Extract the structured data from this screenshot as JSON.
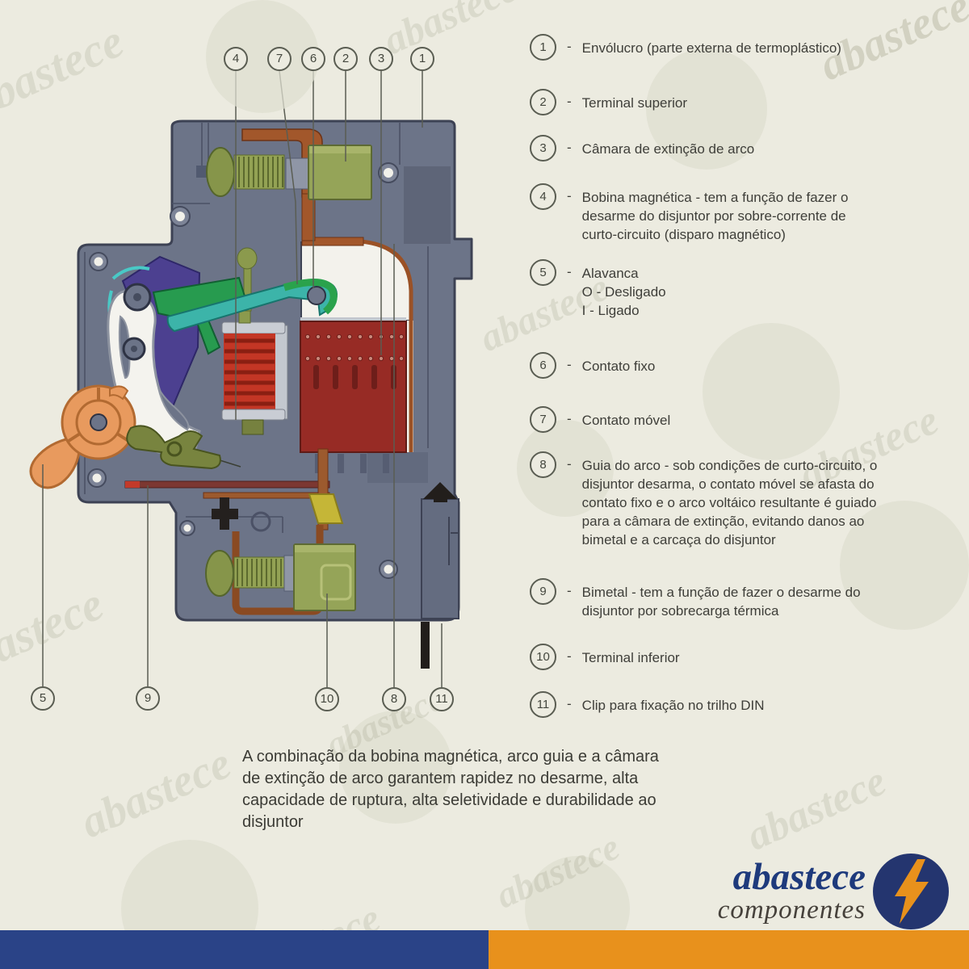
{
  "watermark": {
    "text": "abastece"
  },
  "callouts": {
    "top": [
      "4",
      "7",
      "6",
      "2",
      "3",
      "1"
    ],
    "bottom": [
      "5",
      "9",
      "10",
      "8",
      "11"
    ]
  },
  "legend": {
    "items": [
      {
        "num": "1",
        "dash": "-",
        "text": "Envólucro (parte externa de termoplástico)"
      },
      {
        "num": "2",
        "dash": "-",
        "text": "Terminal superior"
      },
      {
        "num": "3",
        "dash": "-",
        "text": "Câmara de extinção de arco"
      },
      {
        "num": "4",
        "dash": "-",
        "text": "Bobina magnética - tem a função de fazer o\ndesarme do disjuntor por sobre-corrente de\ncurto-circuito (disparo magnético)"
      },
      {
        "num": "5",
        "dash": "-",
        "text": "Alavanca\nO - Desligado\nI - Ligado"
      },
      {
        "num": "6",
        "dash": "-",
        "text": "Contato fixo"
      },
      {
        "num": "7",
        "dash": "-",
        "text": "Contato móvel"
      },
      {
        "num": "8",
        "dash": "-",
        "text": "Guia do arco - sob condições de curto-circuito, o\ndisjuntor desarma, o contato móvel se afasta do\ncontato fixo e o arco voltáico resultante é guiado\npara a câmara de extinção, evitando danos ao\nbimetal e a carcaça do disjuntor"
      },
      {
        "num": "9",
        "dash": "-",
        "text": "Bimetal - tem a função de fazer o desarme do\ndisjuntor por sobrecarga térmica"
      },
      {
        "num": "10",
        "dash": "-",
        "text": "Terminal inferior"
      },
      {
        "num": "11",
        "dash": "-",
        "text": "Clip para fixação no trilho DIN"
      }
    ]
  },
  "paragraph": "A combinação da bobina magnética, arco guia e a câmara\nde extinção de arco garantem rapidez no desarme, alta\ncapacidade de ruptura, alta seletividade e durabilidade ao\ndisjuntor",
  "brand": {
    "name": "abastece",
    "subtitle": "componentes"
  },
  "colors": {
    "bar_blue": "#2a4387",
    "bar_orange": "#e8911c",
    "logo_navy": "#24356f",
    "logo_bolt": "#e8911c"
  }
}
